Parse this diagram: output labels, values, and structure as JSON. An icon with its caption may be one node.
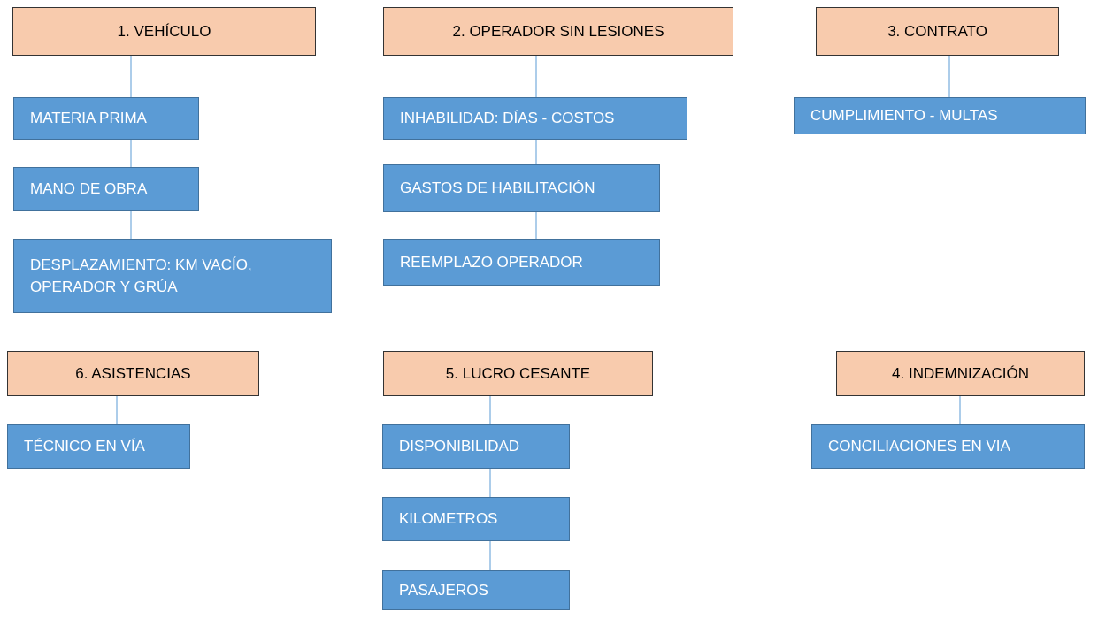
{
  "diagram": {
    "nodes": [
      {
        "text": [
          "1. VEHÍCULO"
        ]
      },
      {
        "text": [
          "MATERIA PRIMA"
        ]
      },
      {
        "text": [
          "MANO DE OBRA"
        ]
      },
      {
        "text": [
          "DESPLAZAMIENTO: KM VACÍO, OPERADOR Y GRÚA"
        ]
      },
      {
        "text": [
          "2. OPERADOR SIN LESIONES"
        ]
      },
      {
        "text": [
          "INHABILIDAD: DÍAS - COSTOS"
        ]
      },
      {
        "text": [
          "GASTOS DE HABILITACIÓN"
        ]
      },
      {
        "text": [
          "REEMPLAZO OPERADOR"
        ]
      },
      {
        "text": [
          "3. CONTRATO"
        ]
      },
      {
        "text": [
          "CUMPLIMIENTO - MULTAS"
        ]
      },
      {
        "text": [
          "6. ASISTENCIAS"
        ]
      },
      {
        "text": [
          "TÉCNICO EN VÍA"
        ]
      },
      {
        "text": [
          "5. LUCRO CESANTE"
        ]
      },
      {
        "text": [
          "DISPONIBILIDAD"
        ]
      },
      {
        "text": [
          "KILOMETROS"
        ]
      },
      {
        "text": [
          "PASAJEROS"
        ]
      },
      {
        "text": [
          "4. INDEMNIZACIÓN"
        ]
      },
      {
        "text": [
          "CONCILIACIONES EN VIA"
        ]
      }
    ],
    "edges": [
      {
        "from": 0,
        "to": 1,
        "arrow": "none"
      },
      {
        "from": 1,
        "to": 2,
        "arrow": "none"
      },
      {
        "from": 2,
        "to": 3,
        "arrow": "none"
      },
      {
        "from": 4,
        "to": 5,
        "arrow": "none"
      },
      {
        "from": 5,
        "to": 6,
        "arrow": "none"
      },
      {
        "from": 6,
        "to": 7,
        "arrow": "none"
      },
      {
        "from": 8,
        "to": 9,
        "arrow": "none"
      },
      {
        "from": 10,
        "to": 11,
        "arrow": "none"
      },
      {
        "from": 12,
        "to": 13,
        "arrow": "none"
      },
      {
        "from": 13,
        "to": 14,
        "arrow": "none"
      },
      {
        "from": 14,
        "to": 15,
        "arrow": "none"
      },
      {
        "from": 16,
        "to": 17,
        "arrow": "none"
      }
    ]
  }
}
